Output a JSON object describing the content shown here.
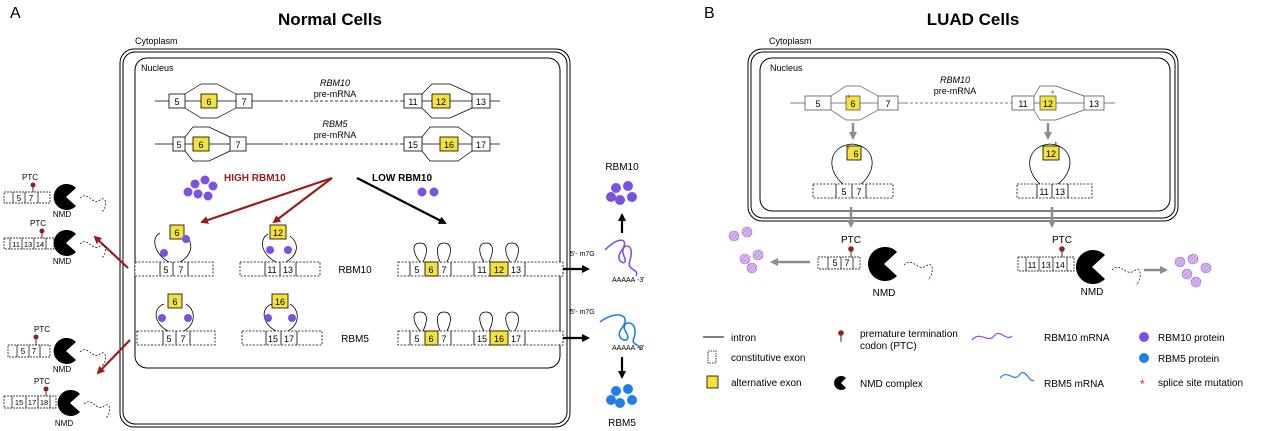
{
  "panel_a": {
    "letter": "A",
    "title": "Normal Cells",
    "cytoplasm": "Cytoplasm",
    "nucleus": "Nucleus",
    "rbm10_gene": "RBM10",
    "rbm5_gene": "RBM5",
    "pre_mrna": "pre-mRNA",
    "high": "HIGH RBM10",
    "low": "LOW RBM10",
    "row_rbm10": "RBM10",
    "row_rbm5": "RBM5",
    "protein_rbm10": "RBM10",
    "protein_rbm5": "RBM5",
    "ptc": "PTC",
    "nmd": "NMD",
    "cap": "5'- m7G",
    "polya": "AAAAA -3'",
    "exons": {
      "e5": "5",
      "e6": "6",
      "e7": "7",
      "e11": "11",
      "e12": "12",
      "e13": "13",
      "e14": "14",
      "e15": "15",
      "e16": "16",
      "e17": "17",
      "e18": "18"
    }
  },
  "panel_b": {
    "letter": "B",
    "title": "LUAD Cells",
    "cytoplasm": "Cytoplasm",
    "nucleus": "Nucleus",
    "rbm10_gene": "RBM10",
    "pre_mrna": "pre-mRNA",
    "ptc": "PTC",
    "nmd": "NMD"
  },
  "legend": {
    "intron": "intron",
    "constitutive": "constitutive exon",
    "alternative": "alternative exon",
    "ptc1": "premature termination",
    "ptc2": "codon (PTC)",
    "nmd": "NMD complex",
    "rbm10_mrna": "RBM10 mRNA",
    "rbm5_mrna": "RBM5 mRNA",
    "rbm10_protein": "RBM10 protein",
    "rbm5_protein": "RBM5 protein",
    "mutation": "splice site mutation"
  },
  "colors": {
    "alt_exon": "#f3e13c",
    "rbm10": "#7b52e0",
    "rbm5": "#1f7fe6",
    "dark_red": "#9b1c1c",
    "gray": "#8c8c8c",
    "mutation": "#e02020"
  }
}
